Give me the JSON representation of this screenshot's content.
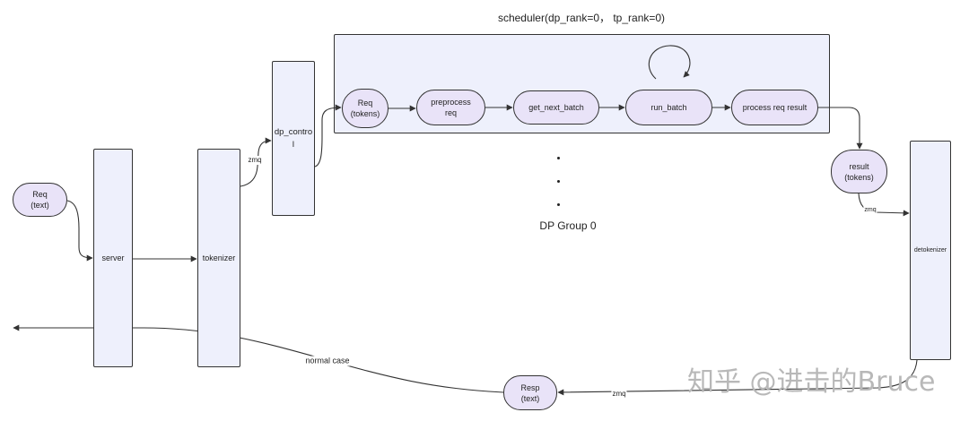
{
  "title": "scheduler(dp_rank=0， tp_rank=0)",
  "scheduler_steps": {
    "req_tokens": "Req\n(tokens)",
    "preprocess": "preprocess\nreq",
    "get_next_batch": "get_next_batch",
    "run_batch": "run_batch",
    "process_result": "process req result"
  },
  "dp_group_label": "DP Group 0",
  "nodes": {
    "req_text": "Req\n(text)",
    "server": "server",
    "tokenizer": "tokenizer",
    "dp_control": "dp_contro\nl",
    "result": "result\n(tokens)",
    "detokenizer": "detokenizer",
    "resp": "Resp\n(text)"
  },
  "edge_labels": {
    "tokenizer_to_dp_control": "zmq",
    "result_to_detokenizer": "zmq",
    "detokenizer_to_resp": "zmq",
    "resp_out": "normal case"
  },
  "watermark": "知乎 @进击的Bruce",
  "colors": {
    "box_fill": "#eef0fc",
    "pill_fill": "#e9e3f8",
    "stroke": "#333333",
    "watermark": "#b8b8b8"
  }
}
